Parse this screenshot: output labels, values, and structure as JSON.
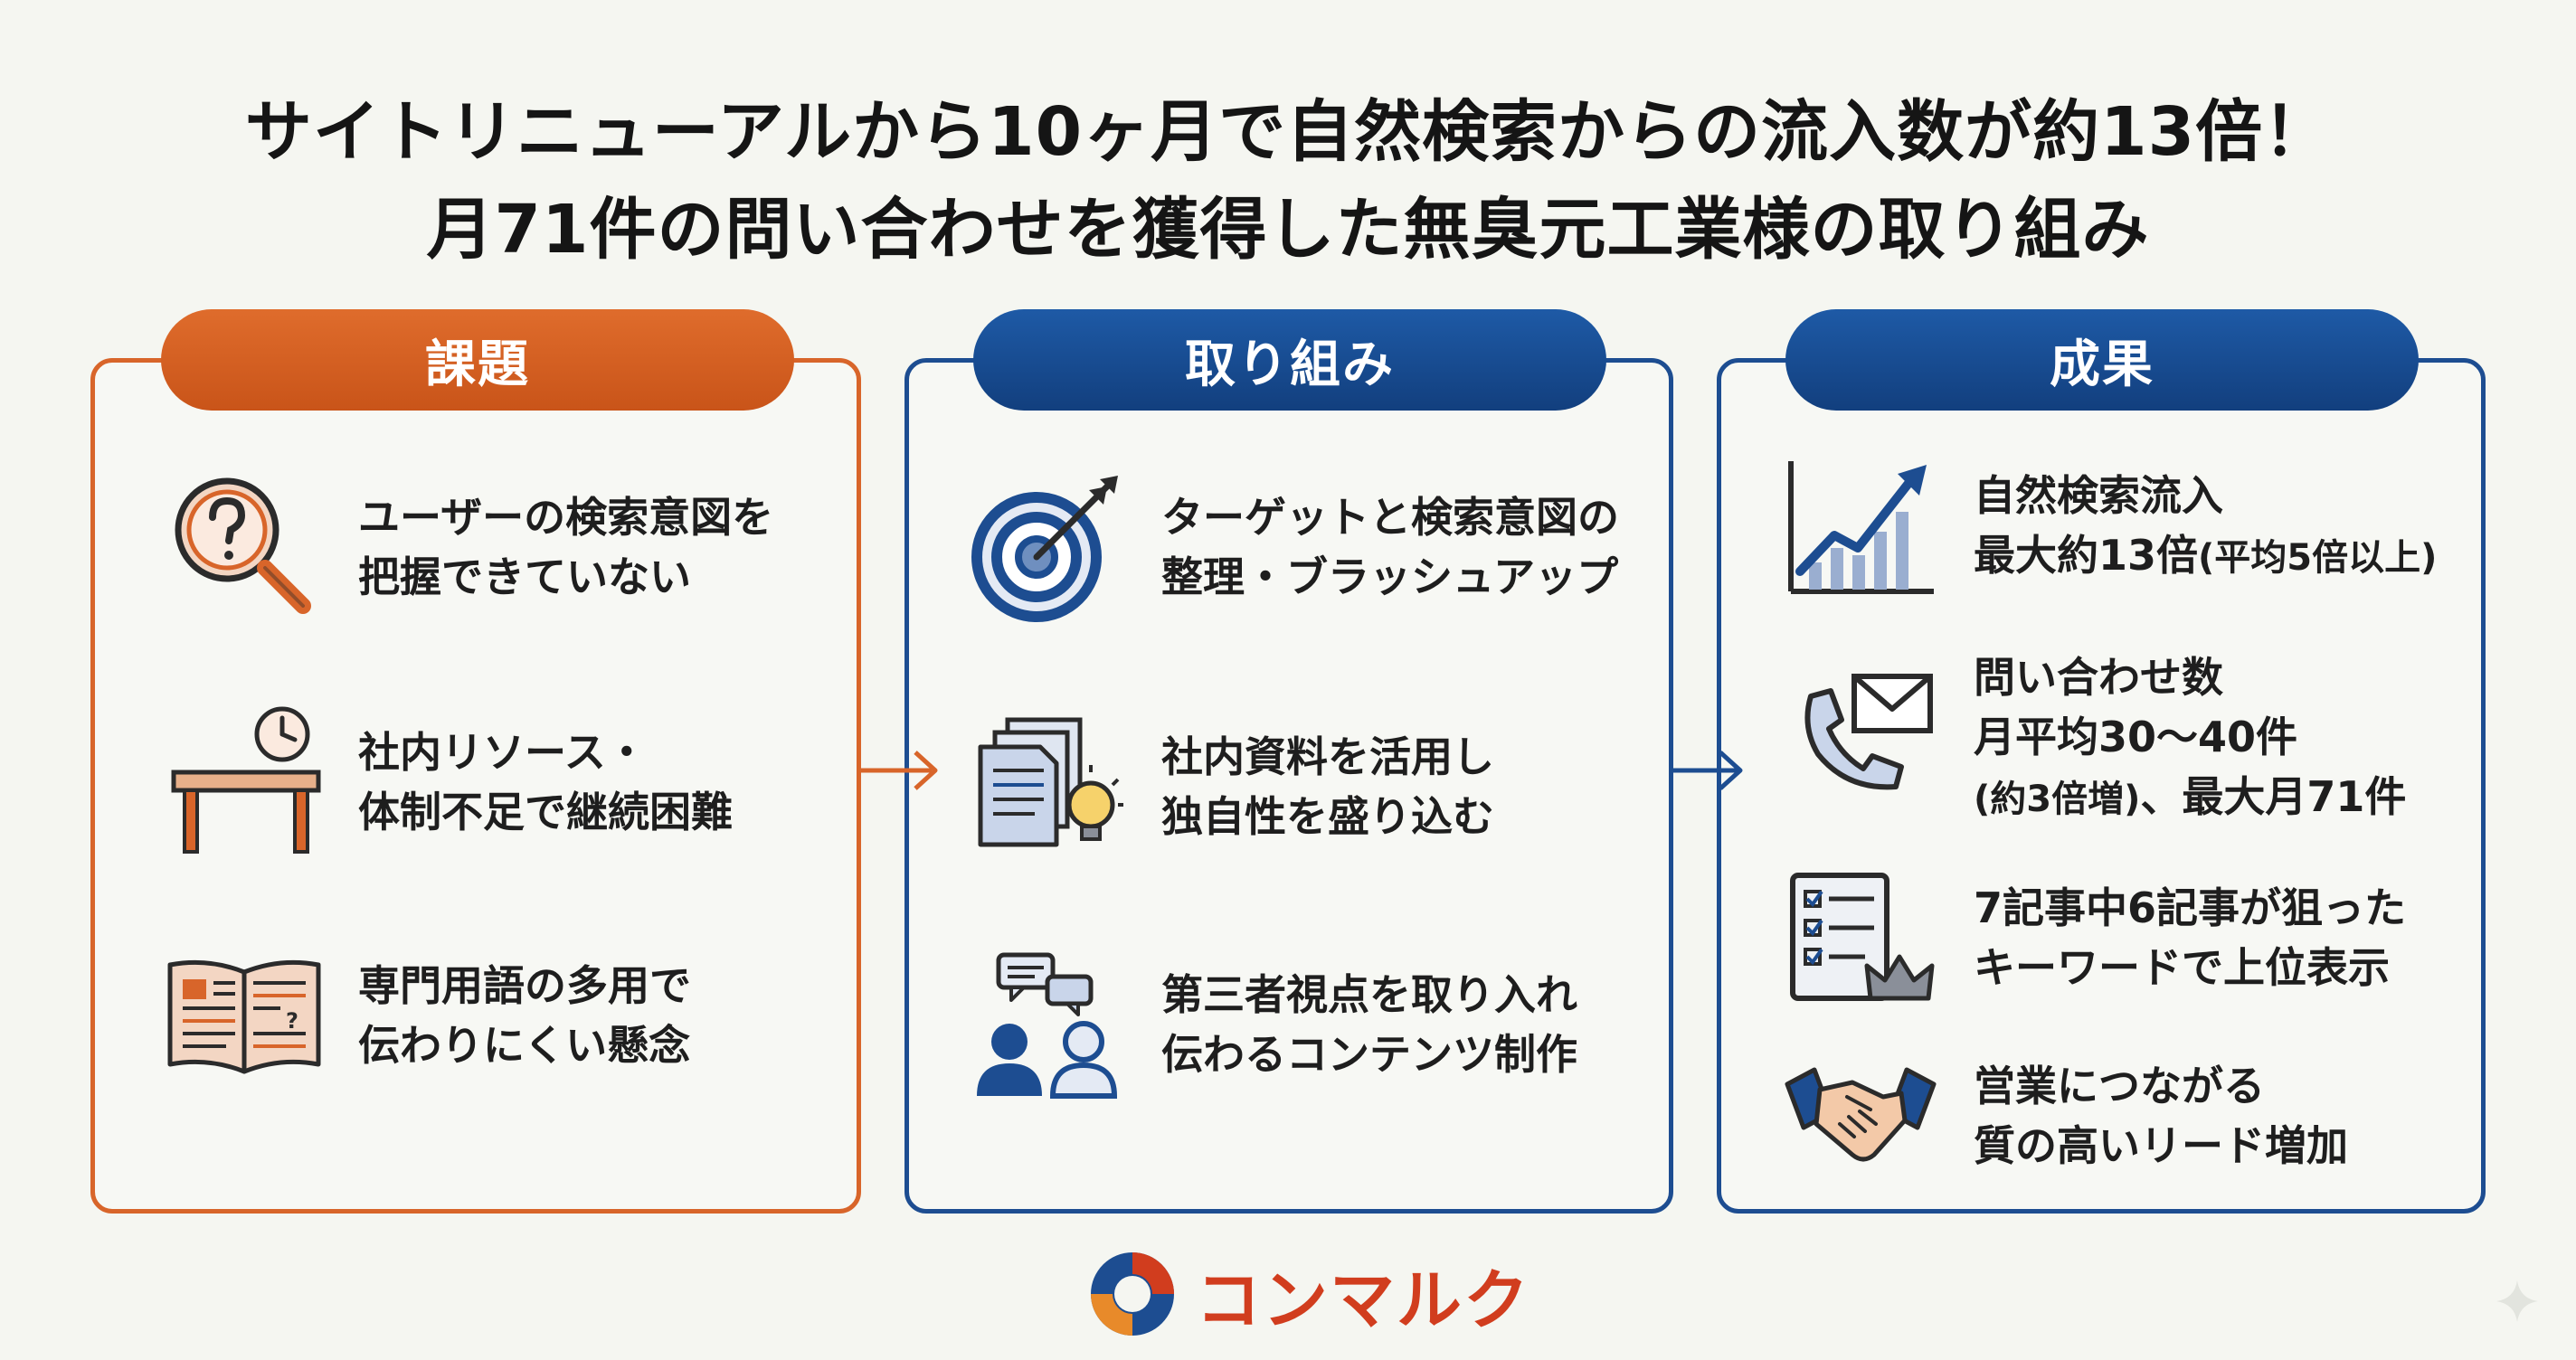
{
  "title": {
    "line1": "サイトリニューアルから10ヶ月で自然検索からの流入数が約13倍！",
    "line2": "月71件の問い合わせを獲得した無臭元工業様の取り組み"
  },
  "columns": {
    "challenges": {
      "header": "課題",
      "items": [
        {
          "icon": "magnifier-question-icon",
          "line1": "ユーザーの検索意図を",
          "line2": "把握できていない"
        },
        {
          "icon": "desk-clock-icon",
          "line1": "社内リソース・",
          "line2": "体制不足で継続困難"
        },
        {
          "icon": "open-book-icon",
          "line1": "専門用語の多用で",
          "line2": "伝わりにくい懸念"
        }
      ]
    },
    "actions": {
      "header": "取り組み",
      "items": [
        {
          "icon": "target-icon",
          "line1": "ターゲットと検索意図の",
          "line2": "整理・ブラッシュアップ"
        },
        {
          "icon": "documents-lightbulb-icon",
          "line1": "社内資料を活用し",
          "line2": "独自性を盛り込む"
        },
        {
          "icon": "people-chat-icon",
          "line1": "第三者視点を取り入れ",
          "line2": "伝わるコンテンツ制作"
        }
      ]
    },
    "results": {
      "header": "成果",
      "items": [
        {
          "icon": "growth-chart-icon",
          "line1": "自然検索流入",
          "line2": "最大約13倍",
          "line2_note": "(平均5倍以上)"
        },
        {
          "icon": "phone-mail-icon",
          "line1": "問い合わせ数",
          "line2": "月平均30〜40件",
          "line3_note": "(約3倍増)",
          "line3": "、最大月71件"
        },
        {
          "icon": "checklist-crown-icon",
          "line1": "7記事中6記事が狙った",
          "line2": "キーワードで上位表示"
        },
        {
          "icon": "handshake-icon",
          "line1": "営業につながる",
          "line2": "質の高いリード増加"
        }
      ]
    }
  },
  "brand": {
    "name": "コンマルク"
  },
  "colors": {
    "orange": "#d8652a",
    "navy": "#1d4d91",
    "background": "#f5f6f1",
    "logo_red": "#d13d1e"
  }
}
